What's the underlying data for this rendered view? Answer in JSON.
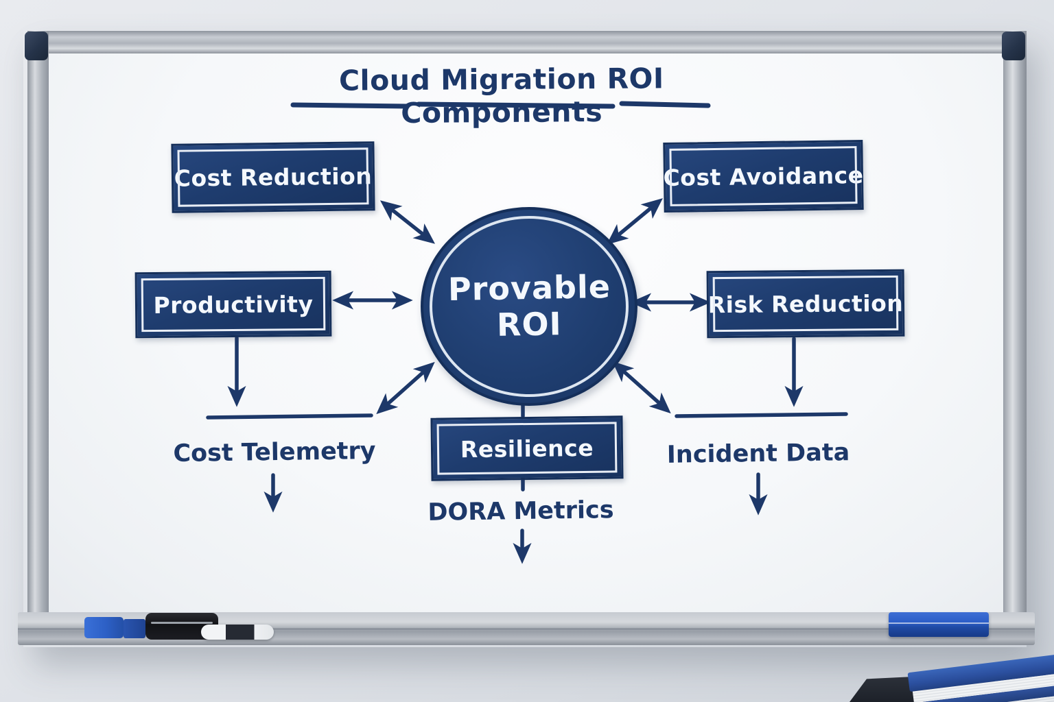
{
  "title": {
    "text": "Cloud Migration ROI Components"
  },
  "diagram": {
    "type": "whiteboard-mindmap",
    "center_node": {
      "line1": "Provable",
      "line2": "ROI"
    },
    "nodes": [
      {
        "label": "Cost Reduction"
      },
      {
        "label": "Cost Avoidance"
      },
      {
        "label": "Productivity"
      },
      {
        "label": "Risk Reduction"
      },
      {
        "label": "Resilience"
      }
    ],
    "annotations": [
      {
        "label": "Cost Telemetry"
      },
      {
        "label": "Incident Data"
      },
      {
        "label": "DORA Metrics"
      }
    ],
    "edges": [
      {
        "from": "Cost Reduction",
        "to": "Provable ROI",
        "style": "double-headed-arrow"
      },
      {
        "from": "Cost Avoidance",
        "to": "Provable ROI",
        "style": "double-headed-arrow"
      },
      {
        "from": "Productivity",
        "to": "Provable ROI",
        "style": "double-headed-arrow"
      },
      {
        "from": "Risk Reduction",
        "to": "Provable ROI",
        "style": "double-headed-arrow"
      },
      {
        "from": "Provable ROI",
        "to": "Cost Telemetry group",
        "style": "double-headed-arrow"
      },
      {
        "from": "Provable ROI",
        "to": "Incident Data group",
        "style": "double-headed-arrow"
      },
      {
        "from": "Provable ROI",
        "to": "Resilience",
        "style": "plain-line"
      },
      {
        "from": "Productivity",
        "to": "Cost Telemetry",
        "style": "arrow-down"
      },
      {
        "from": "Risk Reduction",
        "to": "Incident Data",
        "style": "arrow-down"
      },
      {
        "from": "Resilience",
        "to": "DORA Metrics",
        "style": "plain-line"
      },
      {
        "from": "Cost Telemetry",
        "to": "(off-diagram)",
        "style": "arrow-down"
      },
      {
        "from": "Incident Data",
        "to": "(off-diagram)",
        "style": "arrow-down"
      },
      {
        "from": "DORA Metrics",
        "to": "(off-diagram)",
        "style": "arrow-down"
      }
    ],
    "colors": {
      "ink_navy": "#1d3869",
      "node_fill": "#1e3c6e",
      "node_inner_border": "#e9eef6",
      "node_text": "#f4f8fd",
      "board_surface": "#f6f8fa"
    }
  },
  "scene": {
    "description": "photo of aluminum-framed whiteboard",
    "tray_objects": [
      "blue marker cap",
      "black marker",
      "white-black marker",
      "blue eraser"
    ],
    "corner_objects": [
      "stack of blue books",
      "dark desk corner"
    ],
    "colors": {
      "marker_blue": "#2d60c6",
      "eraser_blue": "#2c5ec8",
      "frame_gray": "#aeb3bb"
    }
  }
}
